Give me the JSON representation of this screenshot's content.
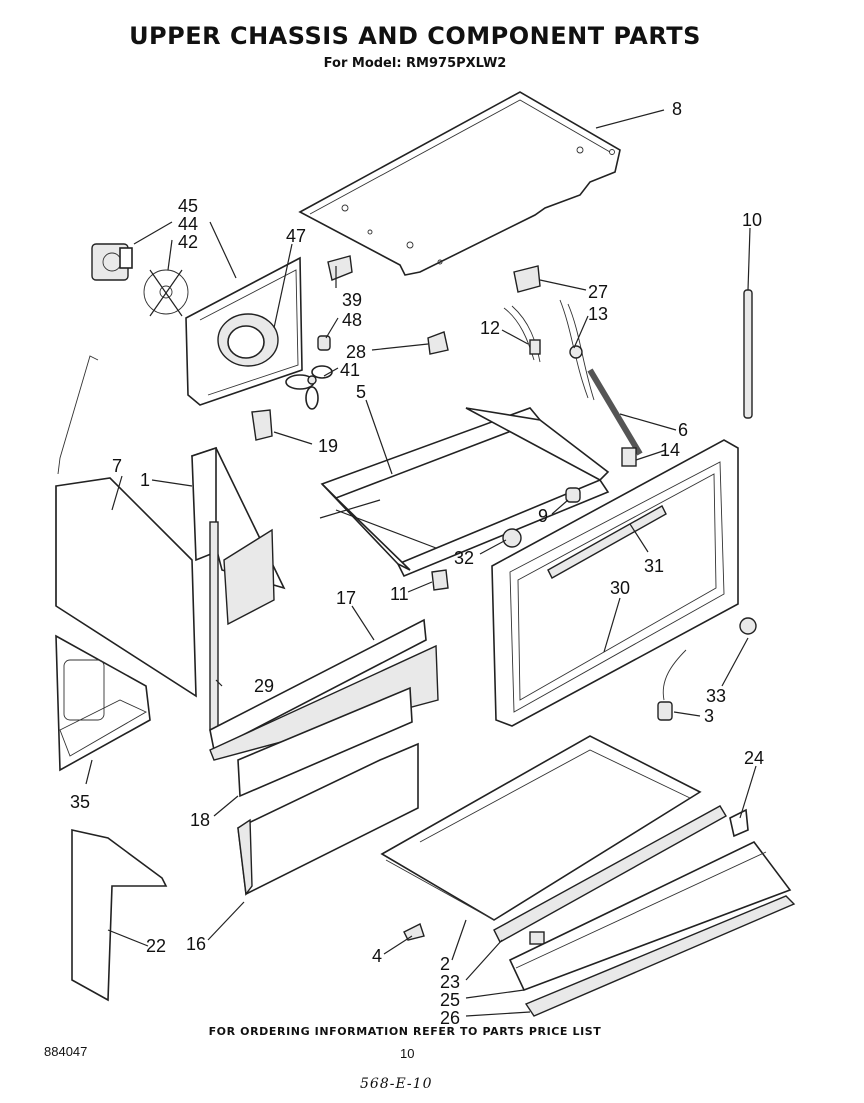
{
  "header": {
    "title": "UPPER CHASSIS AND COMPONENT PARTS",
    "subtitle": "For Model: RM975PXLW2"
  },
  "callouts": [
    {
      "id": "8",
      "label": "8"
    },
    {
      "id": "10",
      "label": "10"
    },
    {
      "id": "45",
      "label": "45"
    },
    {
      "id": "44",
      "label": "44"
    },
    {
      "id": "42",
      "label": "42"
    },
    {
      "id": "47",
      "label": "47"
    },
    {
      "id": "39",
      "label": "39"
    },
    {
      "id": "48",
      "label": "48"
    },
    {
      "id": "27",
      "label": "27"
    },
    {
      "id": "12",
      "label": "12"
    },
    {
      "id": "13",
      "label": "13"
    },
    {
      "id": "28",
      "label": "28"
    },
    {
      "id": "41",
      "label": "41"
    },
    {
      "id": "5",
      "label": "5"
    },
    {
      "id": "6",
      "label": "6"
    },
    {
      "id": "19",
      "label": "19"
    },
    {
      "id": "14",
      "label": "14"
    },
    {
      "id": "7",
      "label": "7"
    },
    {
      "id": "1",
      "label": "1"
    },
    {
      "id": "9",
      "label": "9"
    },
    {
      "id": "32",
      "label": "32"
    },
    {
      "id": "31",
      "label": "31"
    },
    {
      "id": "11",
      "label": "11"
    },
    {
      "id": "17",
      "label": "17"
    },
    {
      "id": "30",
      "label": "30"
    },
    {
      "id": "29",
      "label": "29"
    },
    {
      "id": "33",
      "label": "33"
    },
    {
      "id": "3",
      "label": "3"
    },
    {
      "id": "35",
      "label": "35"
    },
    {
      "id": "24",
      "label": "24"
    },
    {
      "id": "18",
      "label": "18"
    },
    {
      "id": "16",
      "label": "16"
    },
    {
      "id": "22",
      "label": "22"
    },
    {
      "id": "4",
      "label": "4"
    },
    {
      "id": "2",
      "label": "2"
    },
    {
      "id": "23",
      "label": "23"
    },
    {
      "id": "25",
      "label": "25"
    },
    {
      "id": "26",
      "label": "26"
    }
  ],
  "footer": {
    "ordering_note": "FOR ORDERING INFORMATION REFER TO PARTS PRICE LIST",
    "document_number": "884047",
    "page_number": "10",
    "handwritten_note": "568-E-10"
  }
}
